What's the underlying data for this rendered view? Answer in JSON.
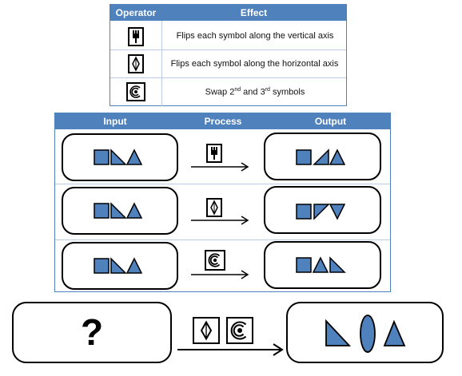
{
  "operator_table": {
    "header_operator": "Operator",
    "header_effect": "Effect",
    "rows": [
      {
        "operator_icon": "flip-vertical-operator-icon",
        "effect": "Flips each symbol along the vertical axis"
      },
      {
        "operator_icon": "flip-horizontal-operator-icon",
        "effect": "Flips each symbol along the horizontal axis"
      },
      {
        "operator_icon": "swap-operator-icon",
        "effect_prefix": "Swap 2",
        "sup1": "nd",
        "effect_mid": " and 3",
        "sup2": "rd",
        "effect_suffix": " symbols"
      }
    ]
  },
  "process_table": {
    "header_input": "Input",
    "header_process": "Process",
    "header_output": "Output"
  },
  "question": {
    "mark": "?"
  },
  "colors": {
    "header_blue": "#4F81BD",
    "shape_fill": "#4F81BD",
    "border_light": "#b8cce4"
  }
}
